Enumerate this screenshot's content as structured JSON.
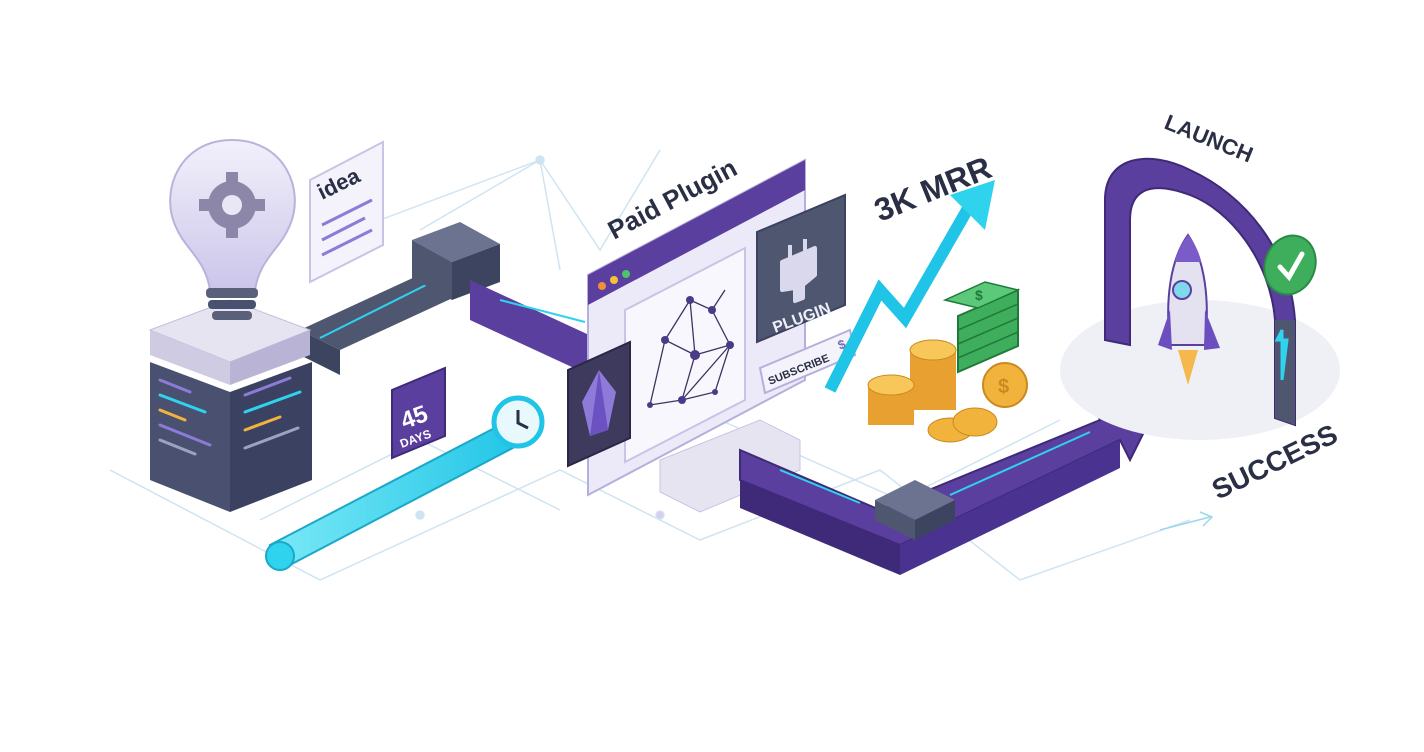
{
  "labels": {
    "idea": "idea",
    "paid_plugin": "Paid Plugin",
    "plugin": "PLUGIN",
    "subscribe": "SUBSCRIBE",
    "subscribe_currency": "$",
    "mrr": "3K MRR",
    "days_number": "45",
    "days_unit": "DAYS",
    "launch": "LAUNCH",
    "success": "SUCCESS"
  },
  "icons": [
    "lightbulb-gear-icon",
    "document-icon",
    "server-code-icon",
    "timer-icon",
    "clock-icon",
    "browser-window-icon",
    "network-graph-icon",
    "crystal-icon",
    "plug-icon",
    "growth-arrow-icon",
    "cash-stack-icon",
    "coin-icon",
    "rocket-icon",
    "arch-icon",
    "checkmark-icon"
  ],
  "colors": {
    "purple": "#5b3f9e",
    "slate": "#4e5670",
    "cyan": "#2fd3ee",
    "green": "#3fae5c",
    "gold": "#f2b33d",
    "text": "#2a2f45"
  }
}
